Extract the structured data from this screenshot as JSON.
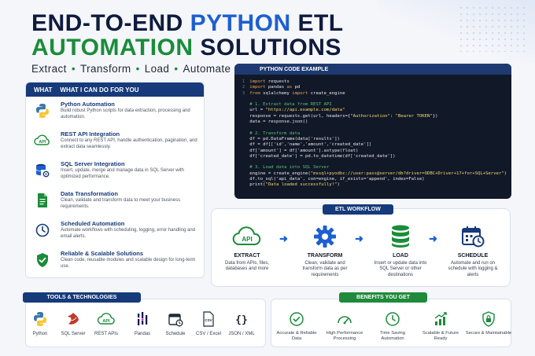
{
  "title": {
    "line1_a": "END-TO-END ",
    "line1_b": "PYTHON",
    "line1_c": " ETL",
    "line2_a": "AUTOMATION",
    "line2_b": " SOLUTIONS"
  },
  "tagline": [
    "Extract",
    "Transform",
    "Load",
    "Automate"
  ],
  "tagline_sep": "•",
  "services": {
    "header_a": "WHAT",
    "header_b": "WHAT I CAN DO FOR YOU",
    "items": [
      {
        "icon": "python-icon",
        "title": "Python Automation",
        "desc": "Build robust Python scripts for data extraction, processing and automation."
      },
      {
        "icon": "api-icon",
        "title": "REST API Integration",
        "desc": "Connect to any REST API, handle authentication, pagination, and extract data seamlessly."
      },
      {
        "icon": "sql-server-icon",
        "title": "SQL Server Integration",
        "desc": "Insert, update, merge and manage data in SQL Server with optimized performance."
      },
      {
        "icon": "document-icon",
        "title": "Data Transformation",
        "desc": "Clean, validate and transform data to meet your business requirements."
      },
      {
        "icon": "clock-icon",
        "title": "Scheduled Automation",
        "desc": "Automate workflows with scheduling, logging, error handling and email alerts."
      },
      {
        "icon": "shield-check-icon",
        "title": "Reliable & Scalable Solutions",
        "desc": "Clean code, reusable modules and scalable design for long-term use."
      }
    ]
  },
  "code": {
    "header": "PYTHON CODE EXAMPLE",
    "line_numbers": [
      "1",
      "2",
      "3",
      "",
      "",
      "",
      "",
      "",
      "",
      "",
      "",
      "",
      "",
      "",
      "",
      "",
      "",
      ""
    ],
    "lines": [
      {
        "kind": "code",
        "text": "import requests"
      },
      {
        "kind": "code",
        "text": "import pandas as pd"
      },
      {
        "kind": "code",
        "text": "from sqlalchemy import create_engine"
      },
      {
        "kind": "blank",
        "text": ""
      },
      {
        "kind": "comment",
        "text": "# 1. Extract data from REST API"
      },
      {
        "kind": "code",
        "text": "url = \"https://api.example.com/data\""
      },
      {
        "kind": "code",
        "text": "response = requests.get(url, headers={\"Authorization\": \"Bearer TOKEN\"})"
      },
      {
        "kind": "code",
        "text": "data = response.json()"
      },
      {
        "kind": "blank",
        "text": ""
      },
      {
        "kind": "comment",
        "text": "# 2. Transform data"
      },
      {
        "kind": "code",
        "text": "df = pd.DataFrame(data['results'])"
      },
      {
        "kind": "code",
        "text": "df = df[['id','name','amount','created_date']]"
      },
      {
        "kind": "code",
        "text": "df['amount'] = df['amount'].astype(float)"
      },
      {
        "kind": "code",
        "text": "df['created_date'] = pd.to_datetime(df['created_date'])"
      },
      {
        "kind": "blank",
        "text": ""
      },
      {
        "kind": "comment",
        "text": "# 3. Load data into SQL Server"
      },
      {
        "kind": "code",
        "text": "engine = create_engine(\"mssql+pyodbc://user:pass@server/db?driver=ODBC+Driver+17+for+SQL+Server\")"
      },
      {
        "kind": "code",
        "text": "df.to_sql('api_data', con=engine, if_exists='append', index=False)"
      },
      {
        "kind": "code",
        "text": "print(\"Data loaded successfully!\")"
      }
    ]
  },
  "workflow": {
    "header": "ETL WORKFLOW",
    "steps": [
      {
        "icon": "api-cloud-icon",
        "title": "EXTRACT",
        "desc": "Data from APIs, files, databases and more"
      },
      {
        "icon": "gear-icon",
        "title": "TRANSFORM",
        "desc": "Clean, validate and transform data as per requirements"
      },
      {
        "icon": "database-icon",
        "title": "LOAD",
        "desc": "Insert or update data into SQL Server or other destinations"
      },
      {
        "icon": "calendar-clock-icon",
        "title": "SCHEDULE",
        "desc": "Automate and run on schedule with logging & alerts"
      }
    ],
    "arrow": "➜"
  },
  "tools": {
    "header": "TOOLS & TECHNOLOGIES",
    "items": [
      {
        "icon": "python-icon",
        "label": "Python"
      },
      {
        "icon": "sql-server-icon",
        "label": "SQL Server"
      },
      {
        "icon": "api-cloud-icon",
        "label": "REST APIs"
      },
      {
        "icon": "pandas-icon",
        "label": "Pandas"
      },
      {
        "icon": "calendar-icon",
        "label": "Schedule"
      },
      {
        "icon": "csv-file-icon",
        "label": "CSV / Excel"
      },
      {
        "icon": "braces-icon",
        "label": "JSON / XML"
      }
    ]
  },
  "benefits": {
    "header": "BENEFITS YOU GET",
    "items": [
      {
        "icon": "check-circle-icon",
        "label": "Accurate & Reliable Data"
      },
      {
        "icon": "gauge-icon",
        "label": "High Performance Processing"
      },
      {
        "icon": "clock-icon",
        "label": "Time Saving Automation"
      },
      {
        "icon": "growth-chart-icon",
        "label": "Scalable & Future Ready"
      },
      {
        "icon": "lock-icon",
        "label": "Secure & Maintainable"
      }
    ]
  },
  "colors": {
    "navy": "#163a7a",
    "blue": "#1d5fd1",
    "green": "#1a8c3a",
    "code_bg": "#111827"
  }
}
